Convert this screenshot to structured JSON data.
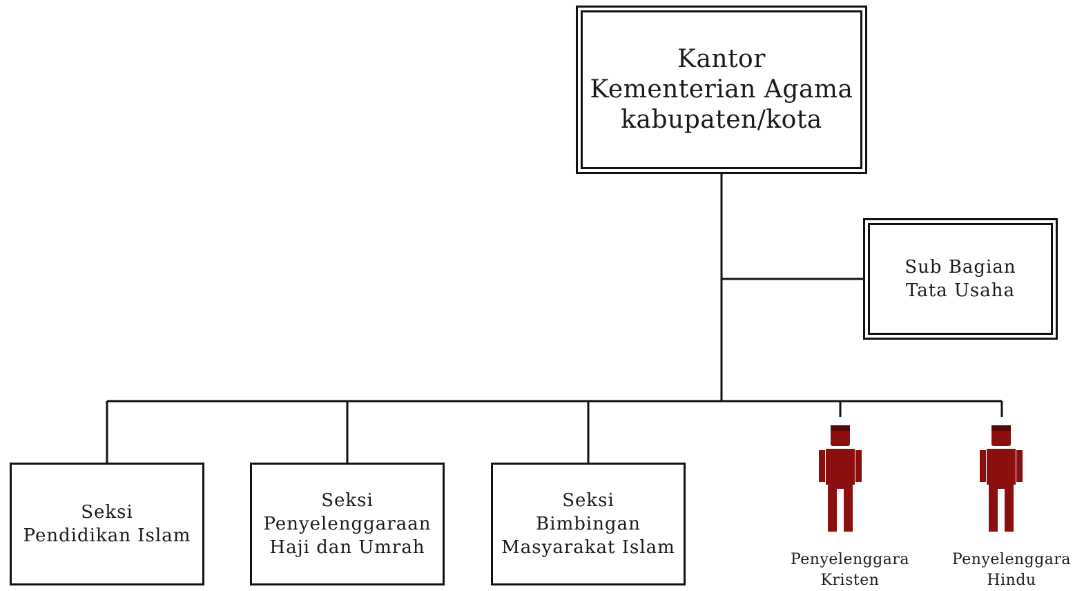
{
  "head_office": {
    "lines": [
      "Kantor",
      "Kementerian Agama",
      "kabupaten/kota"
    ]
  },
  "sub_bagian": {
    "lines": [
      "Sub Bagian",
      "Tata Usaha"
    ]
  },
  "seksi": [
    {
      "lines": [
        "Seksi",
        "Pendidikan Islam"
      ]
    },
    {
      "lines": [
        "Seksi",
        "Penyelenggaraan",
        "Haji dan Umrah"
      ]
    },
    {
      "lines": [
        "Seksi",
        "Bimbingan",
        "Masyarakat Islam"
      ]
    }
  ],
  "penyelenggara": [
    {
      "lines": [
        "Penyelenggara",
        "Kristen"
      ],
      "icon": "person-icon"
    },
    {
      "lines": [
        "Penyelenggara",
        "Hindu"
      ],
      "icon": "person-icon"
    }
  ],
  "colors": {
    "line": "#111111",
    "person": "#8b0f0f",
    "person_dark": "#5a0808"
  }
}
